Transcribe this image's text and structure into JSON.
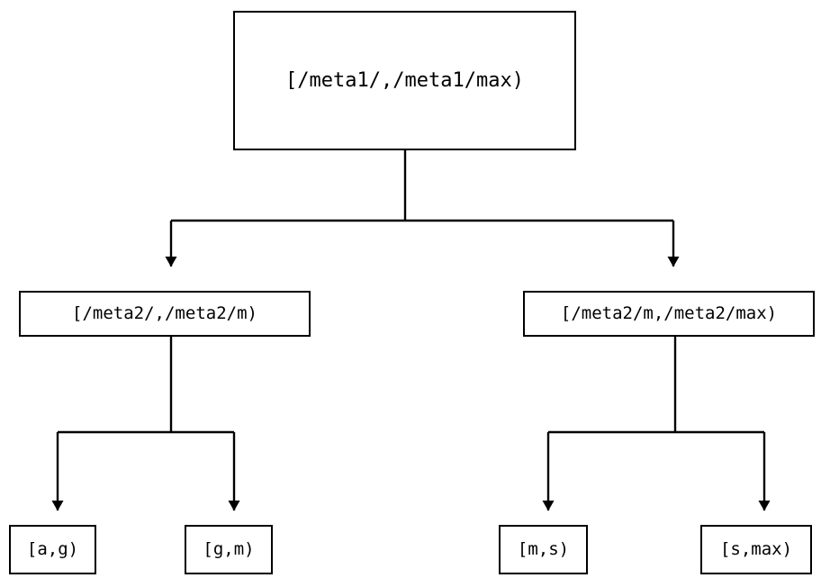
{
  "diagram": {
    "type": "binary-range-partition-tree",
    "background_color": "#ffffff",
    "line_color": "#000000",
    "text_color": "#000000",
    "nodes": {
      "root": {
        "label": "[/meta1/,/meta1/max)",
        "level": 0
      },
      "mid_left": {
        "label": "[/meta2/,/meta2/m)",
        "level": 1
      },
      "mid_right": {
        "label": "[/meta2/m,/meta2/max)",
        "level": 1
      },
      "leaf_ag": {
        "label": "[a,g)",
        "level": 2
      },
      "leaf_gm": {
        "label": "[g,m)",
        "level": 2
      },
      "leaf_ms": {
        "label": "[m,s)",
        "level": 2
      },
      "leaf_smax": {
        "label": "[s,max)",
        "level": 2
      }
    },
    "edges": [
      {
        "from": "root",
        "to": "mid_left",
        "arrow": "triangle-down"
      },
      {
        "from": "root",
        "to": "mid_right",
        "arrow": "triangle-down"
      },
      {
        "from": "mid_left",
        "to": "leaf_ag",
        "arrow": "triangle-down"
      },
      {
        "from": "mid_left",
        "to": "leaf_gm",
        "arrow": "triangle-down"
      },
      {
        "from": "mid_right",
        "to": "leaf_ms",
        "arrow": "triangle-down"
      },
      {
        "from": "mid_right",
        "to": "leaf_smax",
        "arrow": "triangle-down"
      }
    ]
  }
}
